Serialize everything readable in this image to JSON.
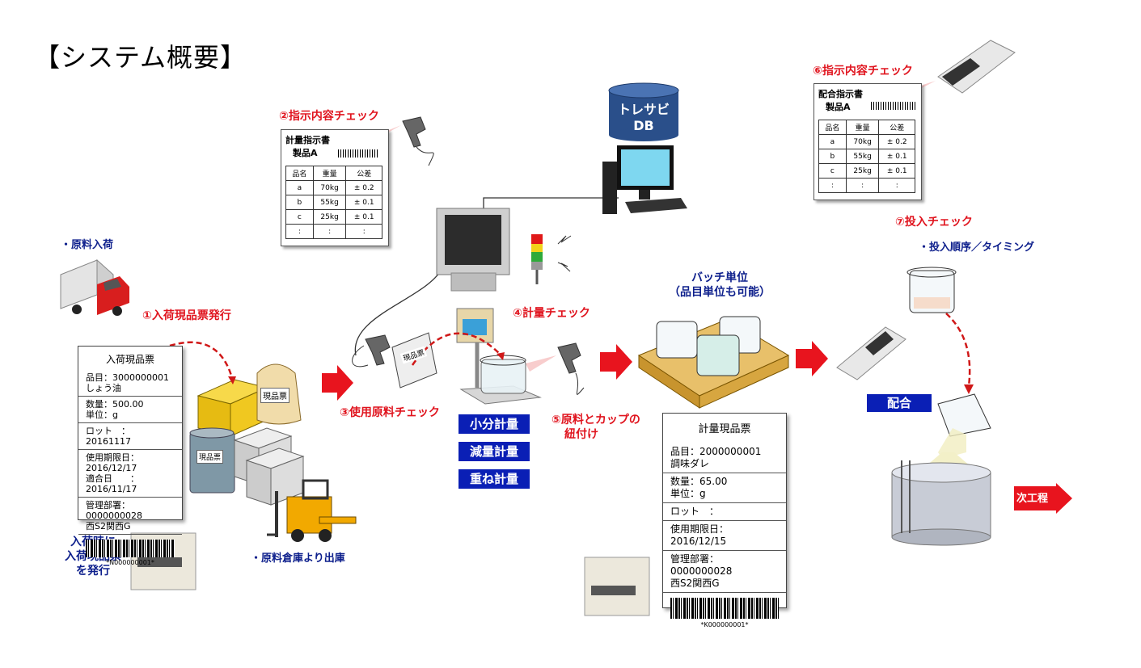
{
  "title": "【システム概要】",
  "db_label_1": "トレサビ",
  "db_label_2": "DB",
  "labels": {
    "arrival": "・原料入荷",
    "step1": "①入荷現品票発行",
    "step2": "②指示内容チェック",
    "step3": "③使用原料チェック",
    "step4": "④計量チェック",
    "step5_1": "⑤原料とカップの",
    "step5_2": "紐付け",
    "step6": "⑥指示内容チェック",
    "step7": "⑦投入チェック",
    "order_timing": "・投入順序／タイミング",
    "batch_1": "バッチ単位",
    "batch_2": "（品目単位も可能）",
    "warehouse": "・原料倉庫より出庫",
    "issue_1": "入荷時に",
    "issue_2": "入荷現品票",
    "issue_3": "を発行",
    "blend": "配合",
    "next": "次工程",
    "box_label": "現品票"
  },
  "methods": [
    "小分計量",
    "減量計量",
    "重ね計量"
  ],
  "instruction_weigh": {
    "title": "計量指示書",
    "product": "製品A",
    "headers": [
      "品名",
      "重量",
      "公差"
    ],
    "rows": [
      [
        "a",
        "70kg",
        "± 0.2"
      ],
      [
        "b",
        "55kg",
        "± 0.1"
      ],
      [
        "c",
        "25kg",
        "± 0.1"
      ],
      [
        ":",
        ":",
        ":"
      ]
    ]
  },
  "instruction_blend": {
    "title": "配合指示書",
    "product": "製品A",
    "headers": [
      "品名",
      "重量",
      "公差"
    ],
    "rows": [
      [
        "a",
        "70kg",
        "± 0.2"
      ],
      [
        "b",
        "55kg",
        "± 0.1"
      ],
      [
        "c",
        "25kg",
        "± 0.1"
      ],
      [
        ":",
        ":",
        ":"
      ]
    ]
  },
  "slip_arrival": {
    "heading": "入荷現品票",
    "item_line1": "品目：3000000001",
    "item_line2": "しょう油",
    "qty_line": "数量：500.00",
    "unit_line": "単位：g",
    "lot_line": "ロット　：20161117",
    "expiry_line": "使用期限日：2016/12/17",
    "fit_line": "適合日　　：2016/11/17",
    "dept_line1": "管理部署：0000000028",
    "dept_line2": "西S2関西G",
    "barcode": "*N000000001*"
  },
  "slip_weigh": {
    "heading": "計量現品票",
    "item_line1": "品目：2000000001",
    "item_line2": "調味ダレ",
    "qty_line": "数量：65.00",
    "unit_line": "単位：g",
    "lot_line": "ロット　：",
    "expiry_line": "使用期限日：2016/12/15",
    "dept_line1": "管理部署：0000000028",
    "dept_line2": "西S2関西G",
    "barcode": "*K000000001*"
  },
  "colors": {
    "red": "#e0141e",
    "navy": "#0d1f8c",
    "blue_box": "#0a1fb5",
    "db": "#2a4f8a"
  }
}
